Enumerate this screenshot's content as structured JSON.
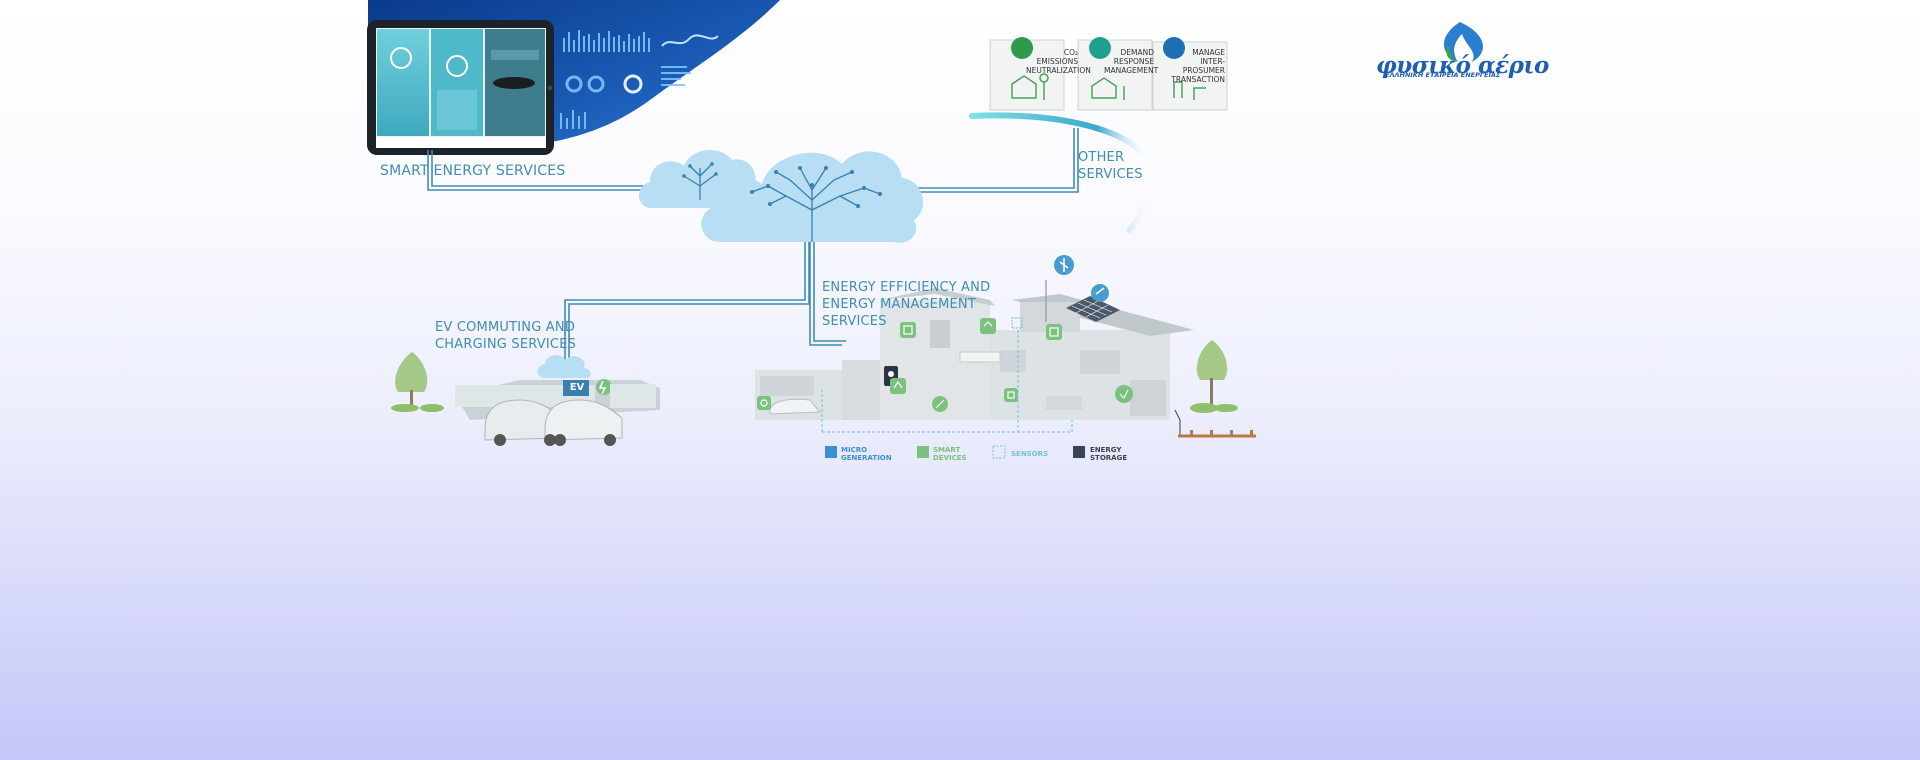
{
  "labels": {
    "smart_energy": "SMART ENERGY SERVICES",
    "other_1": "OTHER",
    "other_2": "SERVICES",
    "ev_1": "EV COMMUTING AND",
    "ev_2": "CHARGING SERVICES",
    "eff_1": "ENERGY EFFICIENCY AND",
    "eff_2": "ENERGY MANAGEMENT",
    "eff_3": "SERVICES"
  },
  "cards": [
    {
      "line1": "CO₂ EMISSIONS",
      "line2": "NEUTRALIZATION",
      "line3": "",
      "accent": "#2e9a4a"
    },
    {
      "line1": "DEMAND",
      "line2": "RESPONSE",
      "line3": "MANAGEMENT",
      "accent": "#1f9f8f"
    },
    {
      "line1": "MANAGE",
      "line2": "INTER-PROSUMER",
      "line3": "TRANSACTION",
      "accent": "#1d6fb5"
    }
  ],
  "legend": [
    {
      "line1": "MICRO",
      "line2": "GENERATION",
      "color": "#3d8fd6",
      "text_color": "#3d8fd6",
      "dashed": false
    },
    {
      "line1": "SMART",
      "line2": "DEVICES",
      "color": "#7bc27e",
      "text_color": "#7bc27e",
      "dashed": false
    },
    {
      "line1": "SENSORS",
      "line2": "",
      "color": "#6ec3d8",
      "text_color": "#6ec3d8",
      "dashed": true
    },
    {
      "line1": "ENERGY",
      "line2": "STORAGE",
      "color": "#3a4450",
      "text_color": "#3a4450",
      "dashed": false
    }
  ],
  "ev_sign": "EV",
  "logo": {
    "main": "φυσικό αέριο",
    "sub": "ΕΛΛΗΝΙΚΗ ΕΤΑΙΡΕΙΑ ΕΝΕΡΓΕΙΑΣ",
    "color": "#1d5fb5",
    "flame_color": "#2a7fd0",
    "leaf_color": "#3ca24a"
  },
  "colors": {
    "line": "#3f8db3",
    "cloud": "#b8def3",
    "circuit": "#3a7fae",
    "dark_blue": "#0a3d8f"
  }
}
